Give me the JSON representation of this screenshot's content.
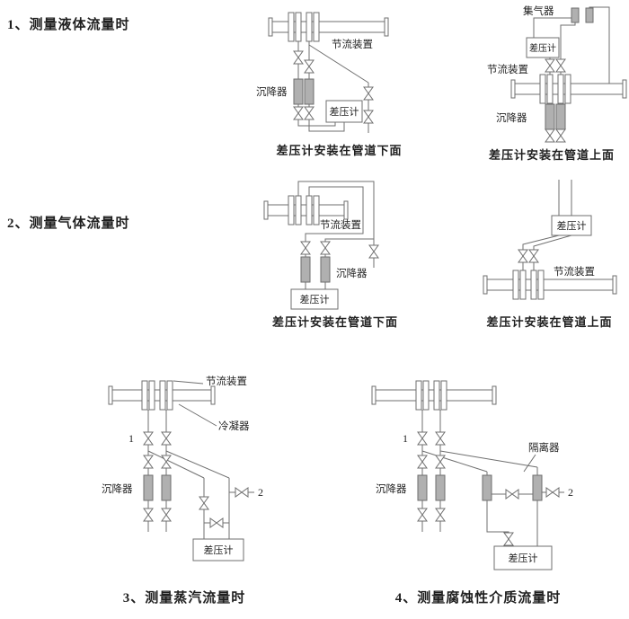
{
  "colors": {
    "background": "#ffffff",
    "line": "#6f6f6f",
    "vessel_fill": "#b0b0b0",
    "text": "#1f1f1f"
  },
  "sections": {
    "s1_title": "1、测量液体流量时",
    "s2_title": "2、测量气体流量时",
    "s3_title": "3、测量蒸汽流量时",
    "s4_title": "4、测量腐蚀性介质流量时"
  },
  "captions": {
    "below": "差压计安装在管道下面",
    "above": "差压计安装在管道上面"
  },
  "terms": {
    "throttle": "节流装置",
    "settler": "沉降器",
    "gauge": "差压计",
    "collector": "集气器",
    "condenser": "冷凝器",
    "isolator": "隔离器",
    "p1": "1",
    "p2": "2"
  }
}
